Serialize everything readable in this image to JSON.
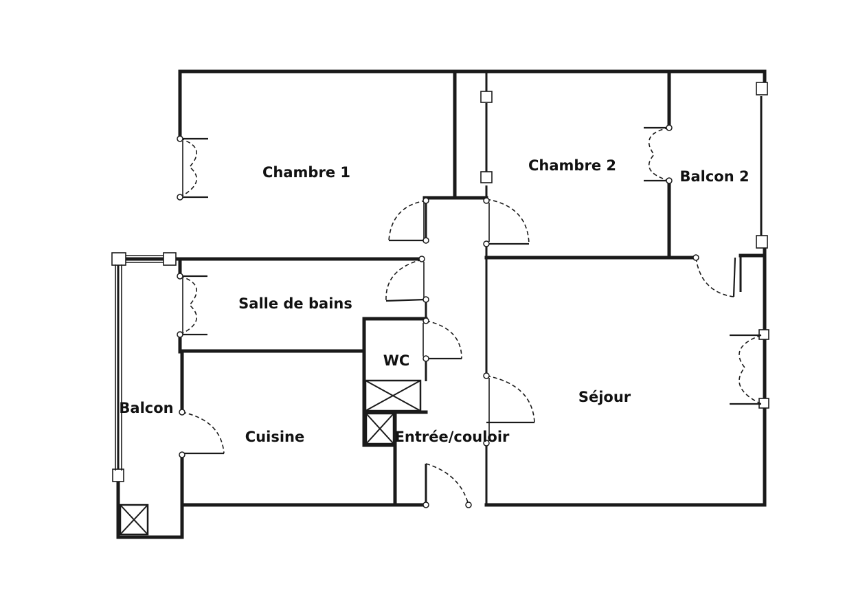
{
  "rooms": {
    "chambre1": "Chambre 1",
    "chambre2": "Chambre 2",
    "balcon2": "Balcon 2",
    "salle_de_bains": "Salle de bains",
    "wc": "WC",
    "balcon": "Balcon",
    "cuisine": "Cuisine",
    "entree_couloir": "Entrée/couloir",
    "sejour": "Séjour"
  },
  "colors": {
    "wall": "#1a1a1a",
    "background": "#ffffff"
  }
}
